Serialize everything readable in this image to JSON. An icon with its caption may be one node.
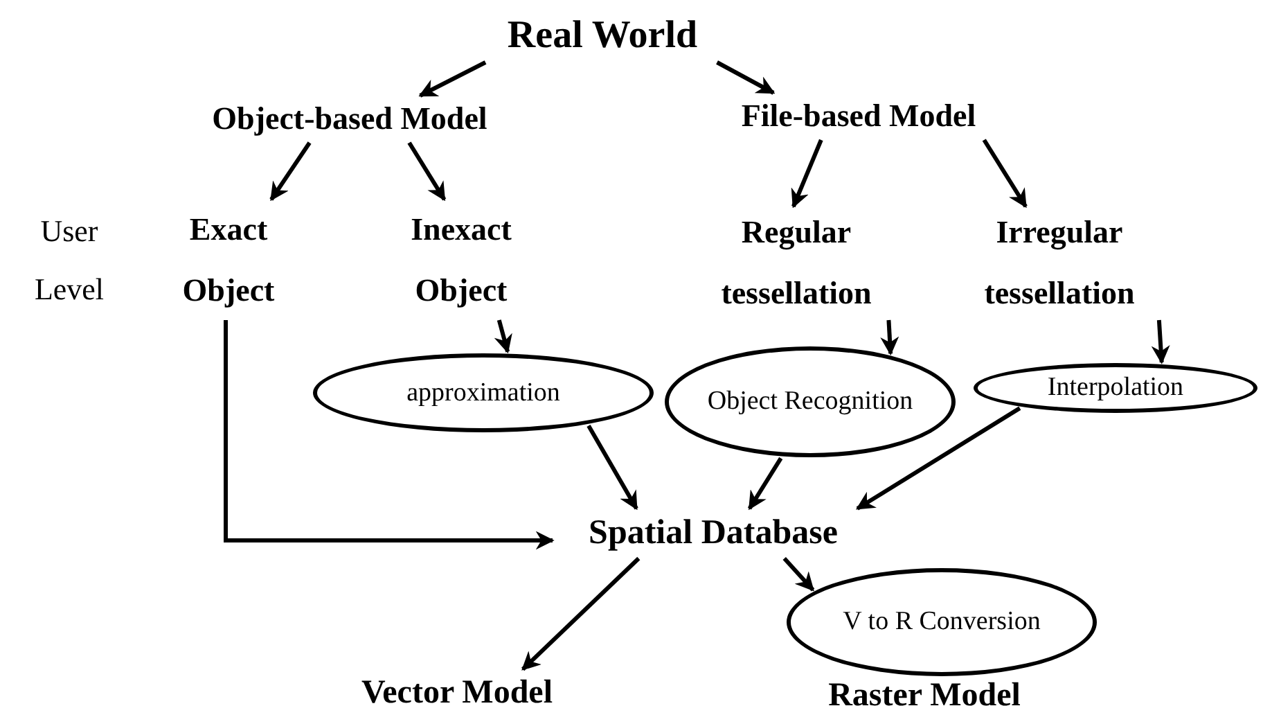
{
  "diagram": {
    "nodes": [
      {
        "text": [
          "Real World"
        ]
      },
      {
        "text": [
          "Object-based Model"
        ]
      },
      {
        "text": [
          "File-based Model"
        ]
      },
      {
        "text": [
          "Exact Object"
        ]
      },
      {
        "text": [
          "Inexact Object"
        ]
      },
      {
        "text": [
          "Regular tessellation"
        ]
      },
      {
        "text": [
          "Irregular tessellation"
        ]
      },
      {
        "text": [
          "approximation"
        ]
      },
      {
        "text": [
          "Object Recognition"
        ]
      },
      {
        "text": [
          "Interpolation"
        ]
      },
      {
        "text": [
          "Spatial Database"
        ]
      },
      {
        "text": [
          "Vector Model"
        ]
      },
      {
        "text": [
          "V to R Conversion"
        ],
        "beside": [
          "Raster Model"
        ]
      }
    ],
    "edges": [
      {
        "from": 0,
        "to": 1,
        "arrow": "to"
      },
      {
        "from": 0,
        "to": 2,
        "arrow": "to"
      },
      {
        "from": 1,
        "to": 3,
        "arrow": "to"
      },
      {
        "from": 1,
        "to": 4,
        "arrow": "to"
      },
      {
        "from": 2,
        "to": 5,
        "arrow": "to"
      },
      {
        "from": 2,
        "to": 6,
        "arrow": "to"
      },
      {
        "from": 4,
        "to": 7,
        "arrow": "to"
      },
      {
        "from": 5,
        "to": 8,
        "arrow": "to"
      },
      {
        "from": 6,
        "to": 9,
        "arrow": "to"
      },
      {
        "from": 3,
        "to": 10,
        "arrow": "to"
      },
      {
        "from": 7,
        "to": 10,
        "arrow": "to"
      },
      {
        "from": 8,
        "to": 10,
        "arrow": "to"
      },
      {
        "from": 9,
        "to": 10,
        "arrow": "to"
      },
      {
        "from": 10,
        "to": 11,
        "arrow": "to"
      },
      {
        "from": 10,
        "to": 12,
        "arrow": "to"
      }
    ],
    "labels": [
      "User Level"
    ]
  }
}
